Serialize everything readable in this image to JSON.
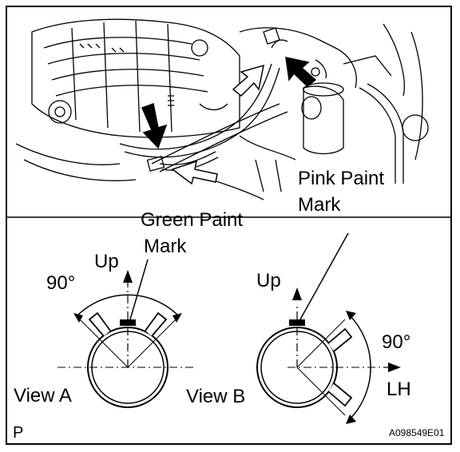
{
  "labels": {
    "pink_line1": "Pink Paint",
    "pink_line2": "Mark",
    "green_line1": "Green Paint",
    "green_line2": "Mark",
    "up_a": "Up",
    "angle_a": "90°",
    "view_a": "View A",
    "up_b": "Up",
    "angle_b": "90°",
    "lh": "LH",
    "view_b": "View B",
    "corner_letter": "P",
    "figure_code": "A098549E01"
  }
}
